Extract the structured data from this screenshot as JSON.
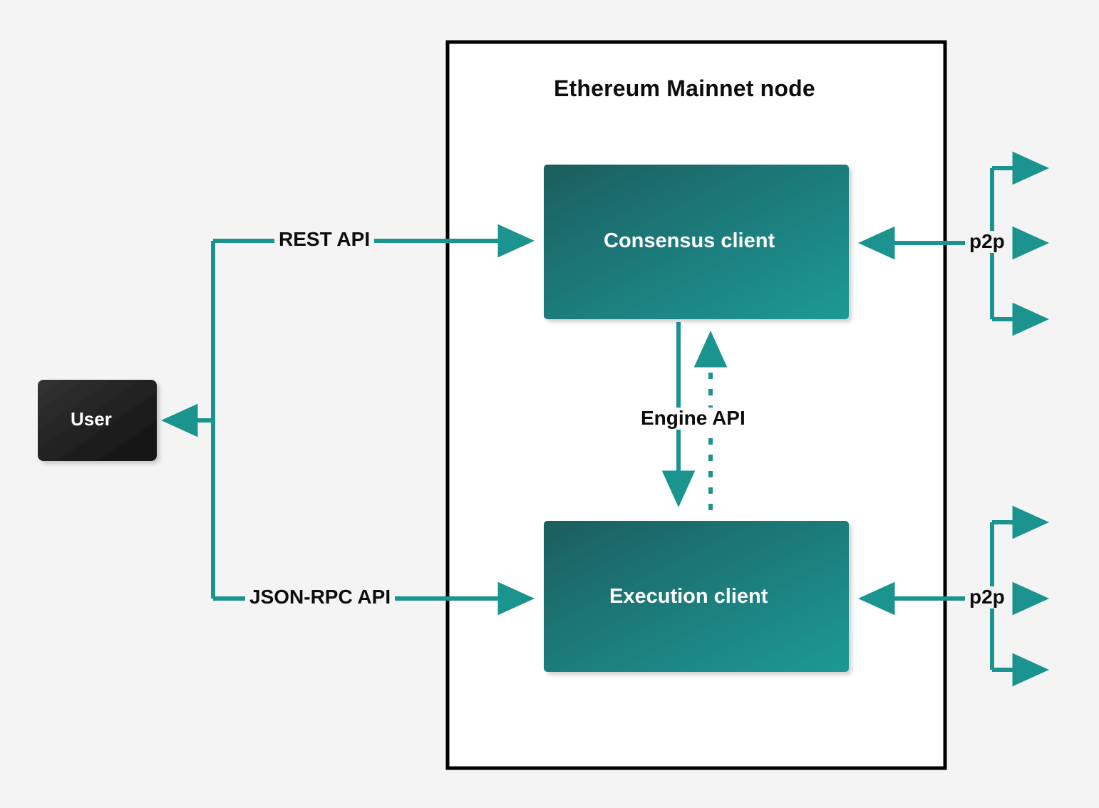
{
  "diagram": {
    "title": "Ethereum Mainnet node",
    "background_color": "#f4f4f4",
    "accent_color": "#1b9490",
    "container": {
      "label": "Ethereum Mainnet node",
      "border_color": "#000000",
      "fill_color": "#ffffff"
    },
    "nodes": [
      {
        "id": "user",
        "label": "User",
        "fill_from": "#2e2e2e",
        "fill_to": "#121212",
        "text_color": "#ffffff"
      },
      {
        "id": "consensus-client",
        "label": "Consensus client",
        "fill_from": "#1b5d5e",
        "fill_to": "#1a9490",
        "text_color": "#ffffff"
      },
      {
        "id": "execution-client",
        "label": "Execution client",
        "fill_from": "#1b5d5e",
        "fill_to": "#1a9490",
        "text_color": "#ffffff"
      }
    ],
    "edges": [
      {
        "id": "rest-api",
        "label": "REST API",
        "from": "user",
        "to": "consensus-client",
        "style": "solid"
      },
      {
        "id": "json-rpc-api",
        "label": "JSON-RPC API",
        "from": "user",
        "to": "execution-client",
        "style": "solid"
      },
      {
        "id": "engine-api",
        "label": "Engine API",
        "from": "consensus-client",
        "to": "execution-client",
        "style": "solid-down-and-dashed-up"
      },
      {
        "id": "p2p-consensus",
        "label": "p2p",
        "from": "consensus-client",
        "to": "peers",
        "style": "solid"
      },
      {
        "id": "p2p-execution",
        "label": "p2p",
        "from": "execution-client",
        "to": "peers",
        "style": "solid"
      }
    ]
  }
}
